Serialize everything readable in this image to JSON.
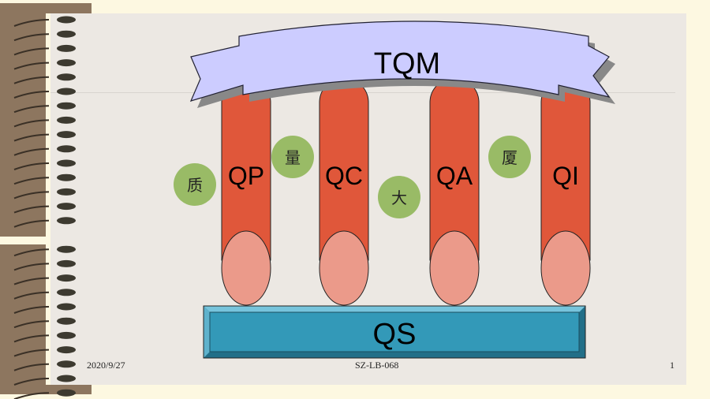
{
  "diagram": {
    "banner": "TQM",
    "pillars": [
      "QP",
      "QC",
      "QA",
      "QI"
    ],
    "circles": [
      "质",
      "量",
      "大",
      "厦"
    ],
    "base": "QS"
  },
  "footer": {
    "date": "2020/9/27",
    "code": "SZ-LB-068",
    "page": "1"
  },
  "colors": {
    "pillar": "#e0573a",
    "pillar_base": "#eb9a8a",
    "banner": "#ccccff",
    "base": "#3399b8",
    "circle": "#99bb66"
  }
}
